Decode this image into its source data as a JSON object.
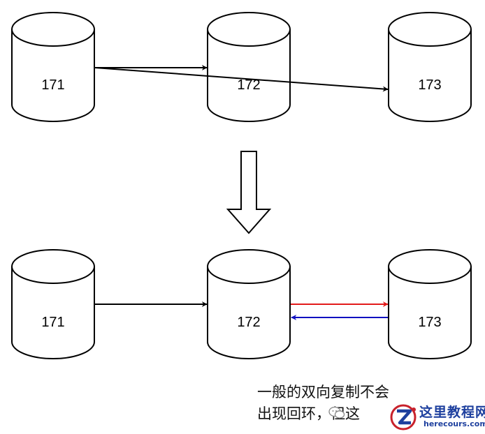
{
  "title": "MySQL replication topology before and after",
  "top_row": {
    "nodes": [
      {
        "id": "171",
        "label": "171"
      },
      {
        "id": "172",
        "label": "172"
      },
      {
        "id": "173",
        "label": "173"
      }
    ],
    "edges": [
      {
        "from": "171",
        "to": "172",
        "color": "#000000"
      },
      {
        "from": "171",
        "to": "173",
        "color": "#000000"
      }
    ]
  },
  "transition_arrow": {
    "direction": "down"
  },
  "bottom_row": {
    "nodes": [
      {
        "id": "171",
        "label": "171"
      },
      {
        "id": "172",
        "label": "172"
      },
      {
        "id": "173",
        "label": "173"
      }
    ],
    "edges": [
      {
        "from": "171",
        "to": "172",
        "color": "#000000"
      },
      {
        "from": "172",
        "to": "173",
        "color": "#e31a1a"
      },
      {
        "from": "173",
        "to": "172",
        "color": "#1010c0"
      }
    ]
  },
  "caption": {
    "line1": "一般的双向复制不会",
    "line2": "出现回环，但这"
  },
  "watermark": {
    "title": "这里教程网",
    "url": "herecours.com"
  }
}
